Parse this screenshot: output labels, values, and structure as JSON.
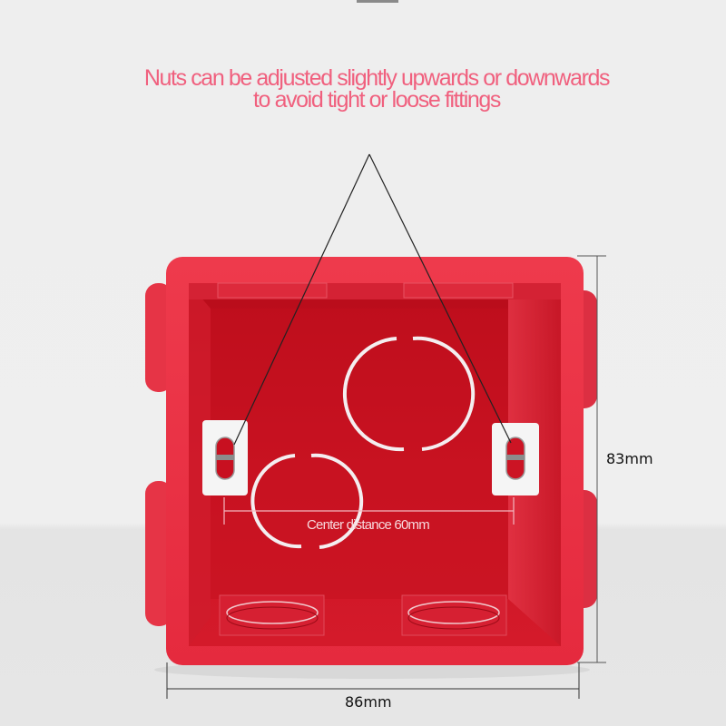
{
  "headline": {
    "line1": "Nuts can be adjusted slightly upwards or downwards",
    "line2": "to avoid tight or loose fittings"
  },
  "dimensions": {
    "height": "83mm",
    "width": "86mm",
    "center_distance": "Center distance 60mm"
  },
  "colors": {
    "headline": "#f0607e",
    "box_red": "#e8283c",
    "box_inner": "#c8101e",
    "background": "#eeeeee",
    "bracket": "#f4f4f4"
  }
}
